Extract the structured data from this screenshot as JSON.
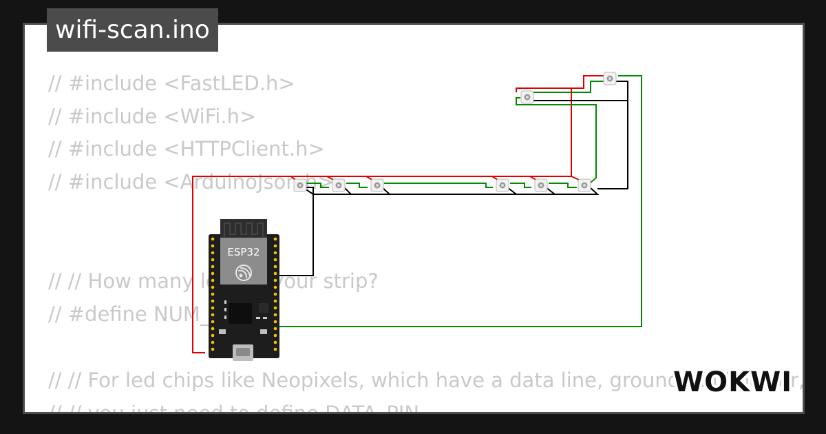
{
  "header": {
    "filename": "wifi-scan.ino"
  },
  "code_lines": [
    "// #include <FastLED.h>",
    "// #include <WiFi.h>",
    "// #include <HTTPClient.h>",
    "// #include <ArduinoJson.h>",
    "",
    "",
    "// // How many leds in your strip?",
    "// #define NUM_LEDS 8",
    "",
    "// // For led chips like Neopixels, which have a data line, ground, and power,",
    "// // you just need to define DATA_PIN."
  ],
  "board": {
    "label": "ESP32"
  },
  "brand": {
    "logo_text": "WOKWI"
  },
  "colors": {
    "background": "#141414",
    "card": "#ffffff",
    "tab": "#4b4b4b",
    "code_text": "#c9c9c9",
    "wire_power": "#e00000",
    "wire_data": "#008a00",
    "wire_ground": "#000000",
    "board_body": "#1d1d1d",
    "pin_header": "#f5c400"
  },
  "icons": {
    "wifi_module": "espressif-logo-icon",
    "led": "neopixel-led-icon",
    "usb": "micro-usb-icon"
  }
}
